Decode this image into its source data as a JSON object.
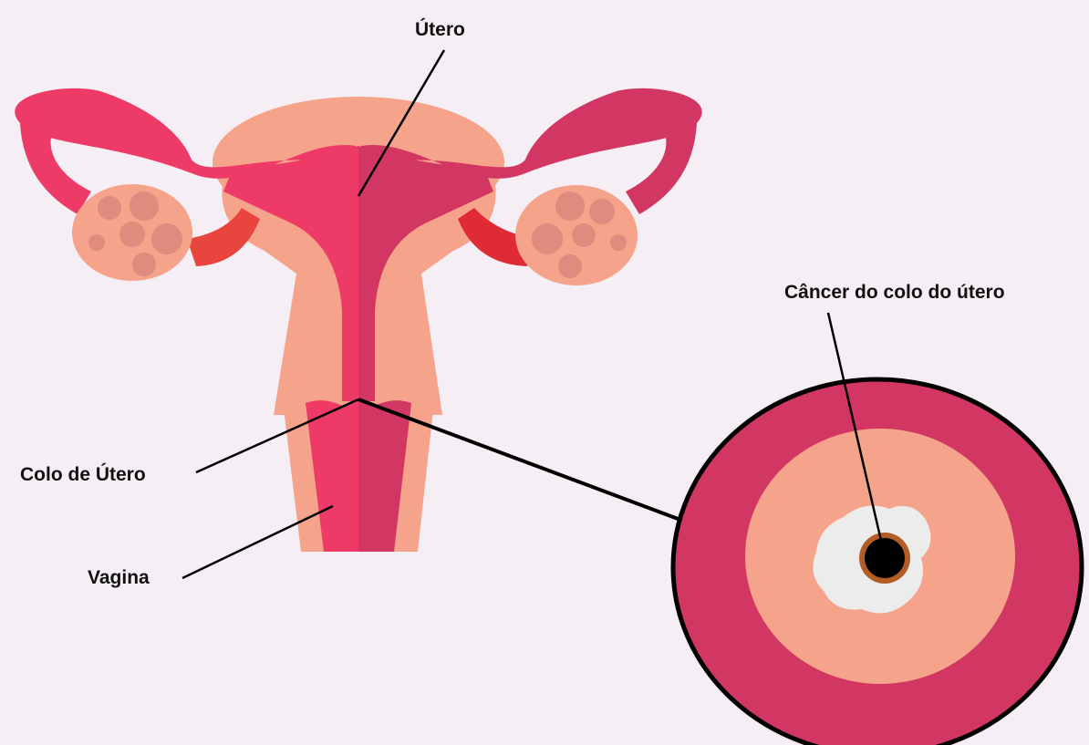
{
  "labels": {
    "utero": "Útero",
    "colo": "Colo de Útero",
    "vagina": "Vagina",
    "cancer": "Câncer do colo do útero"
  },
  "colors": {
    "background": "#f5eef4",
    "tube_light": "#ee3a67",
    "tube_dark": "#d23763",
    "uterus_tissue": "#f5a38a",
    "ovary_spot": "#dd8c7e",
    "ligament": "#e8453f",
    "lesion": "#ececec",
    "lesion_ring": "#b35d26"
  }
}
